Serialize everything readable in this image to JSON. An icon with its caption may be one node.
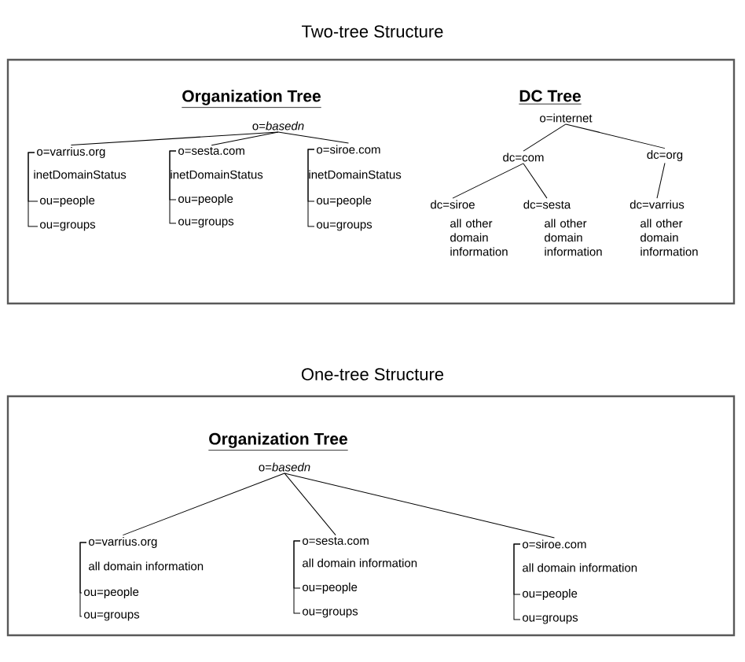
{
  "diagram": {
    "nodes": [
      {
        "text": [
          "Two-tree Structure"
        ]
      },
      {
        "text": [
          "o=*basedn*"
        ],
        "in": 0
      },
      {
        "text": [
          "o=varrius.org"
        ],
        "in": 0,
        "beside": [
          "inetDomainStatus"
        ]
      },
      {
        "text": [
          "ou=people"
        ],
        "in": 0
      },
      {
        "text": [
          "ou=groups"
        ],
        "in": 0
      },
      {
        "text": [
          "o=sesta.com"
        ],
        "in": 0,
        "beside": [
          "inetDomainStatus"
        ]
      },
      {
        "text": [
          "ou=people"
        ],
        "in": 0
      },
      {
        "text": [
          "ou=groups"
        ],
        "in": 0
      },
      {
        "text": [
          "o=siroe.com"
        ],
        "in": 0,
        "beside": [
          "inetDomainStatus"
        ]
      },
      {
        "text": [
          "ou=people"
        ],
        "in": 0
      },
      {
        "text": [
          "ou=groups"
        ],
        "in": 0
      },
      {
        "text": [
          "o=internet"
        ],
        "in": 0
      },
      {
        "text": [
          "dc=com"
        ],
        "in": 0
      },
      {
        "text": [
          "dc=org"
        ],
        "in": 0
      },
      {
        "text": [
          "dc=siroe"
        ],
        "in": 0,
        "beside": [
          "all other domain information"
        ]
      },
      {
        "text": [
          "dc=sesta"
        ],
        "in": 0,
        "beside": [
          "all other domain information"
        ]
      },
      {
        "text": [
          "dc=varrius"
        ],
        "in": 0,
        "beside": [
          "all other domain information"
        ]
      },
      {
        "text": [
          "One-tree Structure"
        ]
      },
      {
        "text": [
          "o=*basedn*"
        ],
        "in": 17
      },
      {
        "text": [
          "o=varrius.org"
        ],
        "in": 17,
        "beside": [
          "all domain information"
        ]
      },
      {
        "text": [
          "ou=people"
        ],
        "in": 17
      },
      {
        "text": [
          "ou=groups"
        ],
        "in": 17
      },
      {
        "text": [
          "o=sesta.com"
        ],
        "in": 17,
        "beside": [
          "all domain information"
        ]
      },
      {
        "text": [
          "ou=people"
        ],
        "in": 17
      },
      {
        "text": [
          "ou=groups"
        ],
        "in": 17
      },
      {
        "text": [
          "o=siroe.com"
        ],
        "in": 17,
        "beside": [
          "all domain information"
        ]
      },
      {
        "text": [
          "ou=people"
        ],
        "in": 17
      },
      {
        "text": [
          "ou=groups"
        ],
        "in": 17
      }
    ],
    "edges": [
      {
        "from": 1,
        "to": 2,
        "arrow": "none"
      },
      {
        "from": 1,
        "to": 5,
        "arrow": "none"
      },
      {
        "from": 1,
        "to": 8,
        "arrow": "none"
      },
      {
        "from": 2,
        "to": 3,
        "arrow": "none"
      },
      {
        "from": 2,
        "to": 4,
        "arrow": "none"
      },
      {
        "from": 5,
        "to": 6,
        "arrow": "none"
      },
      {
        "from": 5,
        "to": 7,
        "arrow": "none"
      },
      {
        "from": 8,
        "to": 9,
        "arrow": "none"
      },
      {
        "from": 8,
        "to": 10,
        "arrow": "none"
      },
      {
        "from": 11,
        "to": 12,
        "arrow": "none"
      },
      {
        "from": 11,
        "to": 13,
        "arrow": "none"
      },
      {
        "from": 12,
        "to": 14,
        "arrow": "none"
      },
      {
        "from": 12,
        "to": 15,
        "arrow": "none"
      },
      {
        "from": 13,
        "to": 16,
        "arrow": "none"
      },
      {
        "from": 18,
        "to": 19,
        "arrow": "none"
      },
      {
        "from": 18,
        "to": 22,
        "arrow": "none"
      },
      {
        "from": 18,
        "to": 25,
        "arrow": "none"
      },
      {
        "from": 19,
        "to": 20,
        "arrow": "none"
      },
      {
        "from": 19,
        "to": 21,
        "arrow": "none"
      },
      {
        "from": 22,
        "to": 23,
        "arrow": "none"
      },
      {
        "from": 22,
        "to": 24,
        "arrow": "none"
      },
      {
        "from": 25,
        "to": 26,
        "arrow": "none"
      },
      {
        "from": 25,
        "to": 27,
        "arrow": "none"
      }
    ],
    "labels": [
      "Organization Tree",
      "DC Tree",
      "Organization Tree"
    ]
  }
}
